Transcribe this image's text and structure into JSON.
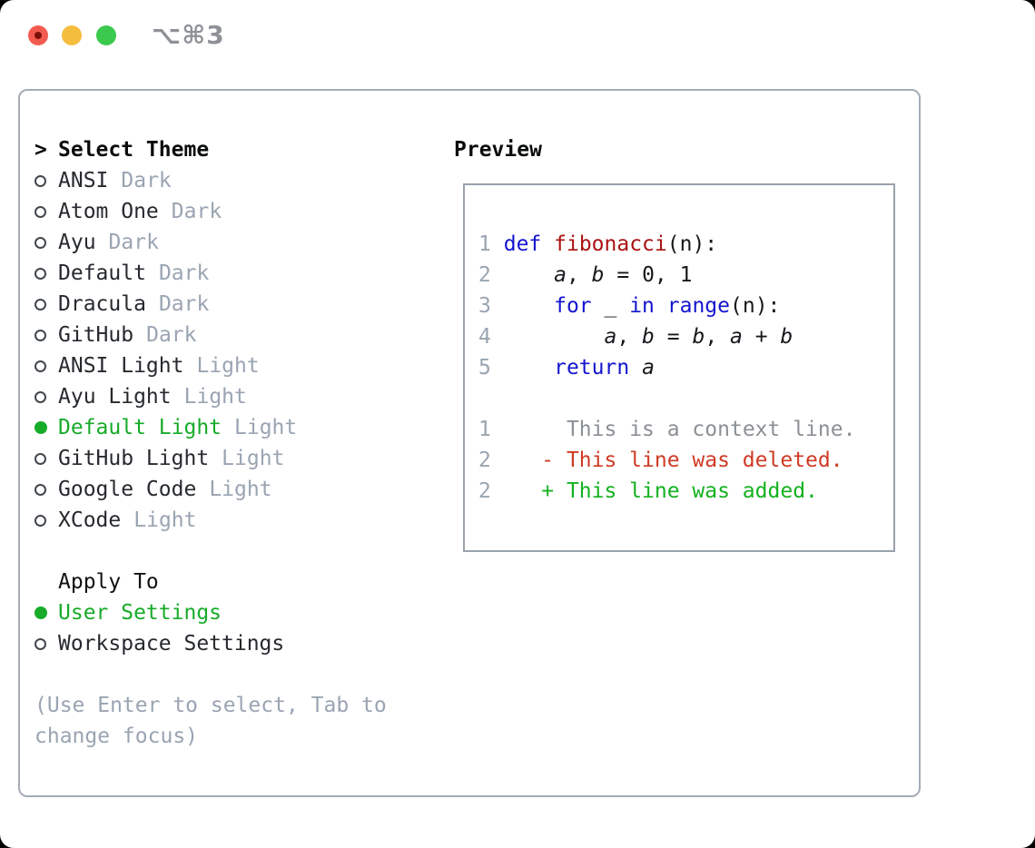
{
  "titlebar": {
    "shortcut": "⌥⌘3"
  },
  "colors": {
    "accent_green": "#17ab29",
    "keyword_blue": "#1414cf",
    "function_red": "#ab1212",
    "deleted_red": "#cf3a24",
    "added_green": "#13b11f",
    "context_gray": "#8b9096",
    "dim_gray": "#9aa4b2",
    "text_dark": "#26292e",
    "border_gray": "#a5acb6",
    "box_border_gray": "#99a1ab",
    "traffic_red": "#f35a4f",
    "traffic_yellow": "#f5bd3e",
    "traffic_green": "#3bc94e"
  },
  "theme_selector": {
    "header_marker": ">",
    "header": "Select Theme",
    "items": [
      {
        "name": "ANSI",
        "variant": "Dark",
        "selected": false
      },
      {
        "name": "Atom One",
        "variant": "Dark",
        "selected": false
      },
      {
        "name": "Ayu",
        "variant": "Dark",
        "selected": false
      },
      {
        "name": "Default",
        "variant": "Dark",
        "selected": false
      },
      {
        "name": "Dracula",
        "variant": "Dark",
        "selected": false
      },
      {
        "name": "GitHub",
        "variant": "Dark",
        "selected": false
      },
      {
        "name": "ANSI Light",
        "variant": "Light",
        "selected": false
      },
      {
        "name": "Ayu Light",
        "variant": "Light",
        "selected": false
      },
      {
        "name": "Default Light",
        "variant": "Light",
        "selected": true
      },
      {
        "name": "GitHub Light",
        "variant": "Light",
        "selected": false
      },
      {
        "name": "Google Code",
        "variant": "Light",
        "selected": false
      },
      {
        "name": "XCode",
        "variant": "Light",
        "selected": false
      }
    ]
  },
  "apply_to": {
    "header": "Apply To",
    "options": [
      {
        "label": "User Settings",
        "selected": true
      },
      {
        "label": "Workspace Settings",
        "selected": false
      }
    ]
  },
  "hint": "(Use Enter to select, Tab to change focus)",
  "preview": {
    "header": "Preview",
    "lines": [
      [
        [
          "num",
          "1"
        ],
        [
          "pl",
          " "
        ],
        [
          "kw",
          "def"
        ],
        [
          "pl",
          " "
        ],
        [
          "fn",
          "fibonacci"
        ],
        [
          "pl",
          "(n):"
        ]
      ],
      [
        [
          "num",
          "2"
        ],
        [
          "pl",
          "     "
        ],
        [
          "var",
          "a"
        ],
        [
          "pl",
          ", "
        ],
        [
          "var",
          "b"
        ],
        [
          "pl",
          " = 0, 1"
        ]
      ],
      [
        [
          "num",
          "3"
        ],
        [
          "pl",
          "     "
        ],
        [
          "kw",
          "for"
        ],
        [
          "pl",
          " _ "
        ],
        [
          "kw",
          "in"
        ],
        [
          "pl",
          " "
        ],
        [
          "kw",
          "range"
        ],
        [
          "pl",
          "(n):"
        ]
      ],
      [
        [
          "num",
          "4"
        ],
        [
          "pl",
          "         "
        ],
        [
          "var",
          "a"
        ],
        [
          "pl",
          ", "
        ],
        [
          "var",
          "b"
        ],
        [
          "pl",
          " = "
        ],
        [
          "var",
          "b"
        ],
        [
          "pl",
          ", "
        ],
        [
          "var",
          "a"
        ],
        [
          "pl",
          " + "
        ],
        [
          "var",
          "b"
        ]
      ],
      [
        [
          "num",
          "5"
        ],
        [
          "pl",
          "     "
        ],
        [
          "kw",
          "return"
        ],
        [
          "pl",
          " "
        ],
        [
          "var",
          "a"
        ]
      ],
      [],
      [
        [
          "num",
          "1"
        ],
        [
          "pl",
          "      "
        ],
        [
          "ctx",
          "This is a context line."
        ]
      ],
      [
        [
          "num",
          "2"
        ],
        [
          "pl",
          "    "
        ],
        [
          "del",
          "- This line was deleted."
        ]
      ],
      [
        [
          "num",
          "2"
        ],
        [
          "pl",
          "    "
        ],
        [
          "add",
          "+ This line was added."
        ]
      ]
    ]
  }
}
